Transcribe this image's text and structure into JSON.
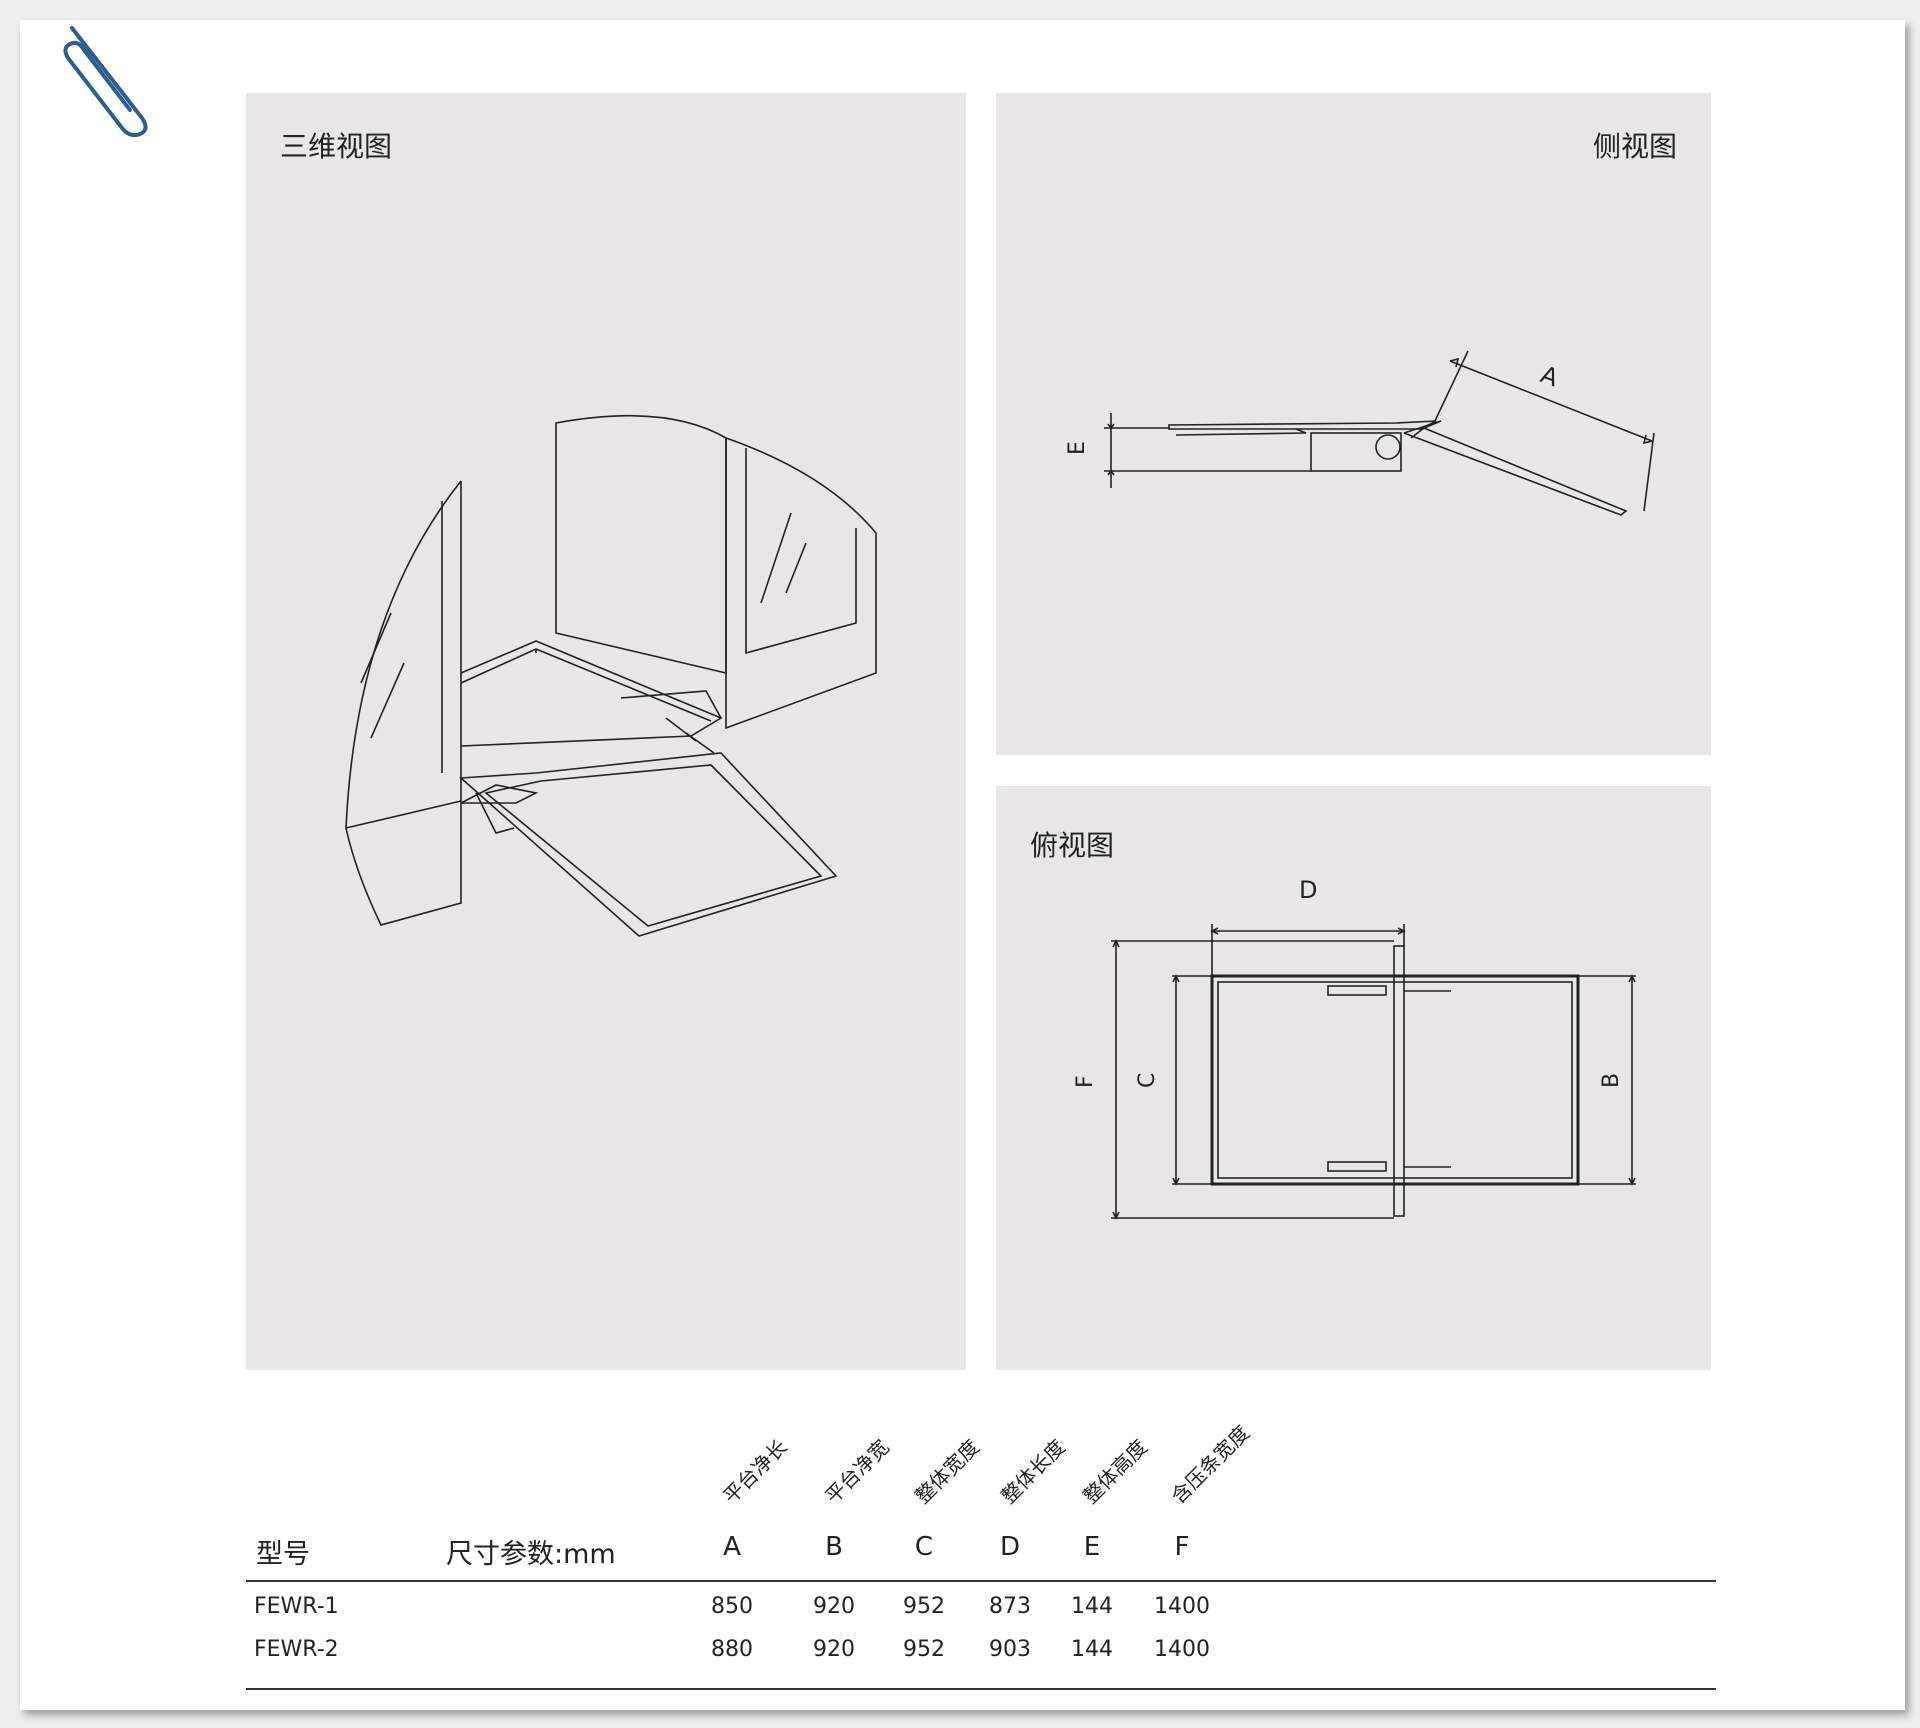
{
  "views": {
    "iso_title": "三维视图",
    "side_title": "侧视图",
    "top_title": "俯视图"
  },
  "dims": {
    "A": "A",
    "B": "B",
    "C": "C",
    "D": "D",
    "E": "E",
    "F": "F"
  },
  "table": {
    "model_label": "型号",
    "params_label": "尺寸参数:mm",
    "columns": [
      {
        "letter": "A",
        "desc": "平台净长"
      },
      {
        "letter": "B",
        "desc": "平台净宽"
      },
      {
        "letter": "C",
        "desc": "整体宽度"
      },
      {
        "letter": "D",
        "desc": "整体长度"
      },
      {
        "letter": "E",
        "desc": "整体高度"
      },
      {
        "letter": "F",
        "desc": "含压条宽度"
      }
    ],
    "rows": [
      {
        "model": "FEWR-1",
        "values": [
          "850",
          "920",
          "952",
          "873",
          "144",
          "1400"
        ]
      },
      {
        "model": "FEWR-2",
        "values": [
          "880",
          "920",
          "952",
          "903",
          "144",
          "1400"
        ]
      }
    ]
  },
  "colors": {
    "panel_bg": "#e8e7e5",
    "clip": "#2a5f8f",
    "line": "#222222"
  }
}
